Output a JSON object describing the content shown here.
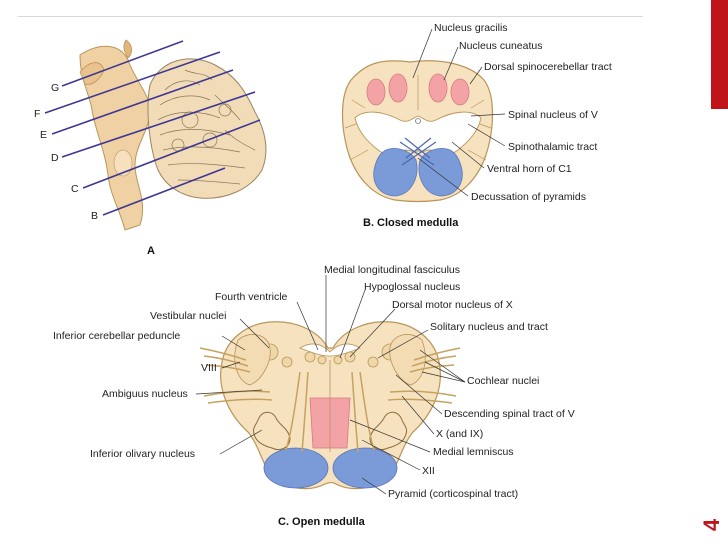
{
  "slide": {
    "page_number": "4"
  },
  "figure_a": {
    "caption": "A",
    "planes": [
      "G",
      "F",
      "E",
      "D",
      "C",
      "B"
    ]
  },
  "figure_b": {
    "caption": "B. Closed medulla",
    "labels": {
      "gracilis": "Nucleus gracilis",
      "cuneatus": "Nucleus cuneatus",
      "dorsal_spinocerebellar": "Dorsal spinocerebellar tract",
      "spinal_v": "Spinal nucleus of V",
      "spinothalamic": "Spinothalamic tract",
      "ventral_horn": "Ventral horn of C1",
      "decussation": "Decussation of pyramids"
    }
  },
  "figure_c": {
    "caption": "C. Open medulla",
    "labels": {
      "mlf": "Medial longitudinal fasciculus",
      "hypoglossal": "Hypoglossal nucleus",
      "fourth_ventricle": "Fourth ventricle",
      "dorsal_motor_x": "Dorsal motor nucleus of X",
      "vestibular": "Vestibular nuclei",
      "solitary": "Solitary nucleus and tract",
      "inf_cerebellar": "Inferior cerebellar peduncle",
      "viii": "VIII",
      "cochlear": "Cochlear nuclei",
      "ambiguus": "Ambiguus nucleus",
      "desc_spinal_v": "Descending spinal tract of V",
      "x_ix": "X (and IX)",
      "inf_olivary": "Inferior olivary nucleus",
      "medial_lemniscus": "Medial lemniscus",
      "xii": "XII",
      "pyramid": "Pyramid (corticospinal tract)"
    }
  },
  "colors": {
    "tissue": "#f6e2bf",
    "tissue_edge": "#b8955a",
    "pink": "#f3a3a6",
    "blue": "#7b9ad8",
    "purple_line": "#3c3894",
    "accent_red": "#c0141b"
  }
}
